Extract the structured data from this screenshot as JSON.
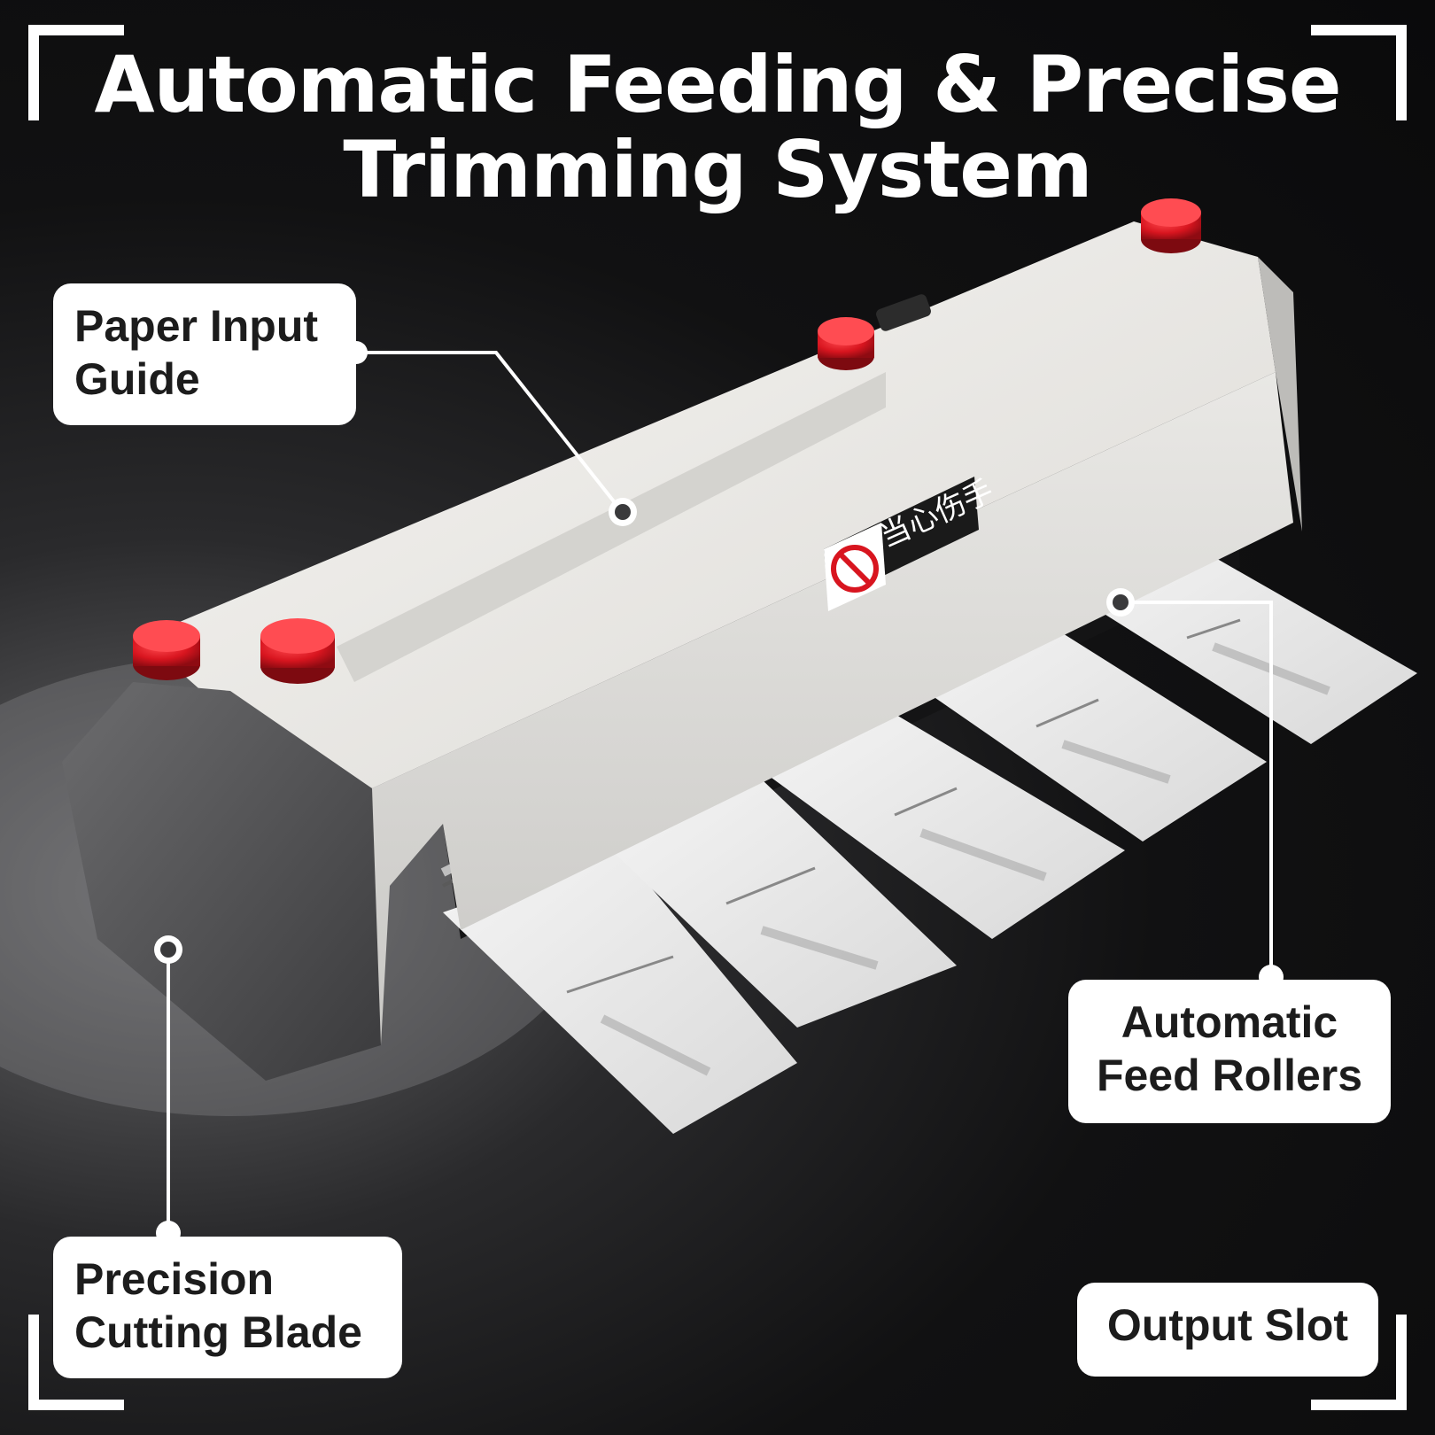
{
  "title": {
    "line1": "Automatic Feeding & Precise",
    "line2": "Trimming System"
  },
  "callouts": {
    "paper_input_guide": {
      "line1": "Paper Input",
      "line2": "Guide"
    },
    "automatic_feed_rollers": {
      "line1": "Automatic",
      "line2": "Feed Rollers"
    },
    "precision_cutting_blade": {
      "line1": "Precision",
      "line2": "Cutting Blade"
    },
    "output_slot": {
      "line1": "Output Slot"
    }
  },
  "warning_sticker": {
    "text": "当心伤手"
  },
  "colors": {
    "background": "#111112",
    "machine_body": "#ecebe8",
    "knob": "#d8151f",
    "label_fill": "#ffffff",
    "label_text": "#1c1c1c"
  }
}
